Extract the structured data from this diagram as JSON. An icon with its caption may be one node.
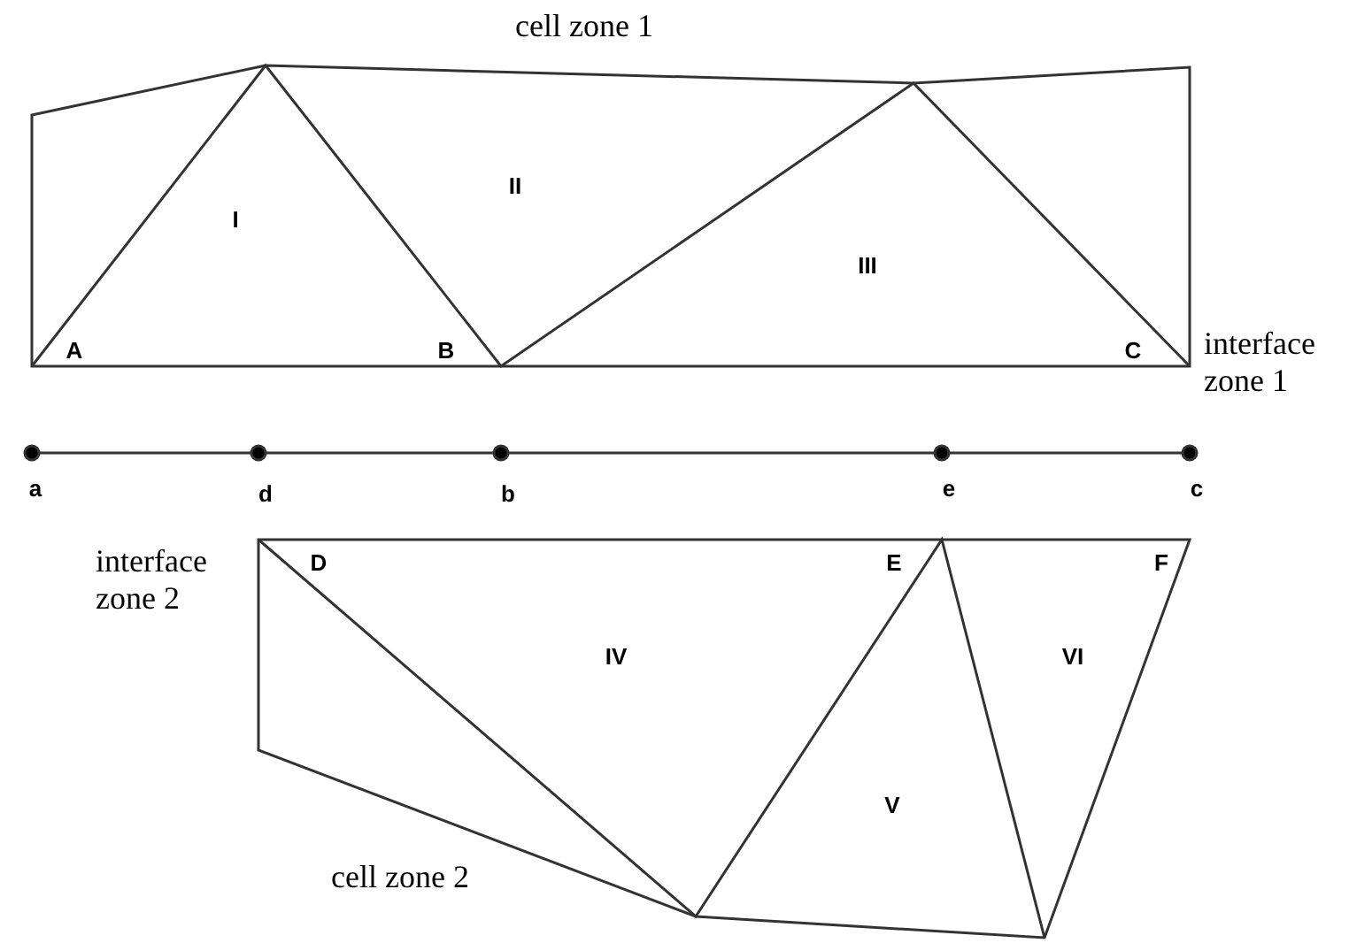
{
  "diagram": {
    "labels": [
      "cell zone 1",
      "II",
      "I",
      "III",
      "A",
      "B",
      "C",
      "interface zone 1",
      "a",
      "d",
      "b",
      "e",
      "c",
      "interface zone 2",
      "D",
      "E",
      "F",
      "IV",
      "VI",
      "V",
      "cell zone 2"
    ]
  }
}
